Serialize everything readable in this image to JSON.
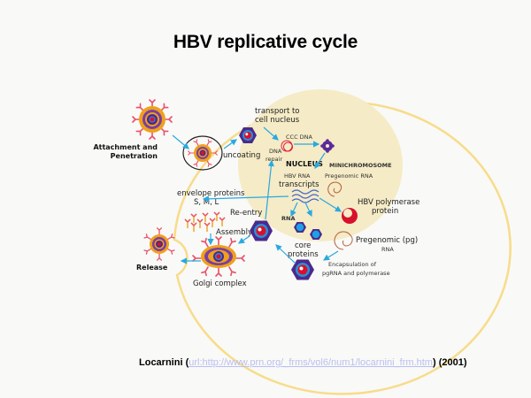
{
  "title": "HBV replicative cycle",
  "labels": {
    "attachment_line1": "Attachment and",
    "attachment_line2": "Penetration",
    "uncoating": "uncoating",
    "transport_line1": "transport to",
    "transport_line2": "cell nucleus",
    "ccc_dna": "CCC DNA",
    "dna_repair_line1": "DNA",
    "dna_repair_line2": "repair",
    "nucleus": "NUCLEUS",
    "minichromosome": "MINICHROMOSOME",
    "hbv_rna_line1": "HBV RNA",
    "hbv_rna_line2": "transcripts",
    "pregenomic_rna_small": "Pregenomic RNA",
    "hbv_polymerase_line1": "HBV polymerase",
    "hbv_polymerase_line2": "protein",
    "envelope_line1": "envelope proteins",
    "envelope_line2": "S, M, L",
    "re_entry": "Re-entry",
    "rna": "RNA",
    "assembly": "Assembly",
    "core_line1": "core",
    "core_line2": "proteins",
    "pregenomic_pg_line1": "Pregenomic (pg)",
    "pregenomic_pg_line2": "RNA",
    "encapsulation_line1": "Encapsulation of",
    "encapsulation_line2": "pgRNA and polymerase",
    "release": "Release",
    "golgi": "Golgi complex"
  },
  "citation": {
    "author": "Locarnini",
    "open_paren": " (",
    "link_text": "url:http://www.prn.org/_frms/vol6/num1/locarnini_frm.htm",
    "close": ") (2001)"
  },
  "colors": {
    "cell_membrane": "#f7dc8a",
    "nucleus_fill": "#f5ebc6",
    "arrow": "#29a9e0",
    "virion_purple": "#4b2a8c",
    "virion_orange": "#f0a01c",
    "spike_pink": "#e8506a",
    "core_red": "#d8102c",
    "link": "#b9bff0"
  }
}
